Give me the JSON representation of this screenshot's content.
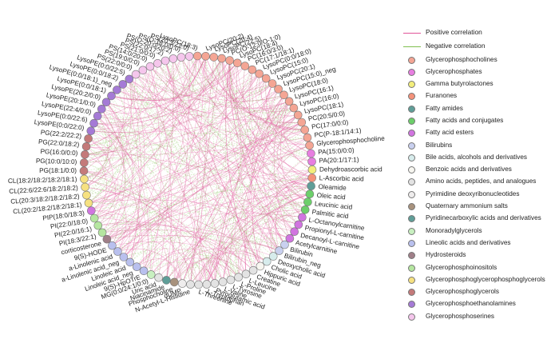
{
  "legend": {
    "lines": [
      {
        "label": "Positive correlation",
        "color": "#e0559a"
      },
      {
        "label": "Negative correlation",
        "color": "#7fbf4f"
      }
    ],
    "classes": [
      {
        "label": "Glycerophosphocholines",
        "color": "#f4a594"
      },
      {
        "label": "Glycerophosphates",
        "color": "#e77ee0"
      },
      {
        "label": "Gamma butyrolactones",
        "color": "#f3ee7c"
      },
      {
        "label": "Furanones",
        "color": "#f4927a"
      },
      {
        "label": "Fatty amides",
        "color": "#5f9e98"
      },
      {
        "label": "Fatty acids and conjugates",
        "color": "#6ccf6a"
      },
      {
        "label": "Fatty acid esters",
        "color": "#d174e0"
      },
      {
        "label": "Bilirubins",
        "color": "#c9d0ef"
      },
      {
        "label": "Bile acids, alcohols and derivatives",
        "color": "#d7ecec"
      },
      {
        "label": "Benzoic acids and derivatives",
        "color": "#f7f6f0"
      },
      {
        "label": "Amino acids, peptides, and analogues",
        "color": "#e3e3e3"
      },
      {
        "label": "Pyrimidine deoxyribonucleotides",
        "color": "#efeded"
      },
      {
        "label": "Quaternary ammonium salts",
        "color": "#a8927d"
      },
      {
        "label": "Pyridinecarboxylic acids and derivatives",
        "color": "#5f9e98"
      },
      {
        "label": "Monoradylglycerols",
        "color": "#c8f0c0"
      },
      {
        "label": "Lineolic acids and derivatives",
        "color": "#b9c0ee"
      },
      {
        "label": "Hydrosteroids",
        "color": "#a07f88"
      },
      {
        "label": "Glycerophosphoinositols",
        "color": "#b5e6a0"
      },
      {
        "label": "Glycerophosphoglycerophosphoglycerols",
        "color": "#f6e181"
      },
      {
        "label": "Glycerophosphoglycerols",
        "color": "#c47a7a"
      },
      {
        "label": "Glycerophosphoethanolamines",
        "color": "#a57ad6"
      },
      {
        "label": "Glycerophosphoserines",
        "color": "#f5c6ec"
      }
    ]
  },
  "network": {
    "nodes": [
      {
        "label": "LysoPC(22:5)",
        "color": "#f4a594"
      },
      {
        "label": "PC(O-12:0/O-1:0)",
        "color": "#f4a594"
      },
      {
        "label": "LysoPC(18:4)",
        "color": "#f4a594"
      },
      {
        "label": "PC(16:0/3:0)",
        "color": "#f4a594"
      },
      {
        "label": "PC(17:1/18:1)",
        "color": "#f4a594"
      },
      {
        "label": "LysoPC(0:0/18:0)",
        "color": "#f4a594"
      },
      {
        "label": "LysoPC(15:0)",
        "color": "#f4a594"
      },
      {
        "label": "LysoPC(20:1)",
        "color": "#f4a594"
      },
      {
        "label": "LysoPC(15:0)_neg",
        "color": "#f4a594"
      },
      {
        "label": "LysoPC(18:0)",
        "color": "#f4a594"
      },
      {
        "label": "LysoPC(16:1)",
        "color": "#f4a594"
      },
      {
        "label": "LysoPC(16:0)",
        "color": "#f4a594"
      },
      {
        "label": "LysoPC(18:1)",
        "color": "#f4a594"
      },
      {
        "label": "PC(20:5/0:0)",
        "color": "#f4a594"
      },
      {
        "label": "PC(17:0/0:0)",
        "color": "#f4a594"
      },
      {
        "label": "PC(P-18:1/14:1)",
        "color": "#f4a594"
      },
      {
        "label": "Glycerophosphocholine",
        "color": "#f4a594"
      },
      {
        "label": "PA(15:0/0:0)",
        "color": "#e77ee0"
      },
      {
        "label": "PA(20:1/17:1)",
        "color": "#e77ee0"
      },
      {
        "label": "Dehydroascorbic acid",
        "color": "#f3ee7c"
      },
      {
        "label": "L-Ascorbic acid",
        "color": "#f4927a"
      },
      {
        "label": "Oleamide",
        "color": "#5f9e98"
      },
      {
        "label": "Oleic acid",
        "color": "#6ccf6a"
      },
      {
        "label": "Leucinic acid",
        "color": "#6ccf6a"
      },
      {
        "label": "Palmitic acid",
        "color": "#6ccf6a"
      },
      {
        "label": "L-Octanoylcarnitine",
        "color": "#d174e0"
      },
      {
        "label": "Propionyl-L-carnitine",
        "color": "#d174e0"
      },
      {
        "label": "Decanoyl-L-carnitine",
        "color": "#d174e0"
      },
      {
        "label": "Acetylcarnitine",
        "color": "#d174e0"
      },
      {
        "label": "Bilirubin",
        "color": "#c9d0ef"
      },
      {
        "label": "Bilirubin_neg",
        "color": "#c9d0ef"
      },
      {
        "label": "Deoxycholic acid",
        "color": "#d7ecec"
      },
      {
        "label": "Cholic acid",
        "color": "#d7ecec"
      },
      {
        "label": "Hippuric acid",
        "color": "#f7f6f0"
      },
      {
        "label": "Creatine",
        "color": "#e3e3e3"
      },
      {
        "label": "L-Leucine",
        "color": "#e3e3e3"
      },
      {
        "label": "L-Proline",
        "color": "#e3e3e3"
      },
      {
        "label": "L-Tyrosine",
        "color": "#e3e3e3"
      },
      {
        "label": "L-Valine",
        "color": "#e3e3e3"
      },
      {
        "label": "Pyroglutamic acid",
        "color": "#e3e3e3"
      },
      {
        "label": "L-Tryptophan",
        "color": "#e3e3e3"
      },
      {
        "label": "L-Threonine",
        "color": "#e3e3e3"
      },
      {
        "label": "N-Acetyl-L-Histidine",
        "color": "#e3e3e3"
      },
      {
        "label": "dUMP",
        "color": "#efeded"
      },
      {
        "label": "Phosphocholine",
        "color": "#a8927d"
      },
      {
        "label": "Niacinamide",
        "color": "#5f9e98"
      },
      {
        "label": "Uric acid",
        "color": "#e3e3e3"
      },
      {
        "label": "MG(0:0/24:1/0:0)",
        "color": "#c8f0c0"
      },
      {
        "label": "9(S)-HpOTrE",
        "color": "#b9c0ee"
      },
      {
        "label": "Linoleic acid_neg",
        "color": "#b9c0ee"
      },
      {
        "label": "Linoleic acid",
        "color": "#b9c0ee"
      },
      {
        "label": "a-Linolenic acid_neg",
        "color": "#b9c0ee"
      },
      {
        "label": "a-Linolenic acid",
        "color": "#b9c0ee"
      },
      {
        "label": "9(S)-HODE",
        "color": "#b9c0ee"
      },
      {
        "label": "corticosterone",
        "color": "#a07f88"
      },
      {
        "label": "PI(18:3/22:1)",
        "color": "#b5e6a0"
      },
      {
        "label": "PI(22:0/16:1)",
        "color": "#b5e6a0"
      },
      {
        "label": "PI(22:0/18:0)",
        "color": "#b5e6a0"
      },
      {
        "label": "PIP(18:0/18:3)",
        "color": "#d174e0"
      },
      {
        "label": "CL(20:2/18:2/18:2/18:1)",
        "color": "#f6e181"
      },
      {
        "label": "CL(20:3/18:2/18:2/18:2)",
        "color": "#f6e181"
      },
      {
        "label": "CL(22:6/22:6/18:2/18:2)",
        "color": "#f6e181"
      },
      {
        "label": "CL(18:2/18:2/18:2/18:1)",
        "color": "#f6e181"
      },
      {
        "label": "PG(18:1/0:0)",
        "color": "#c47a7a"
      },
      {
        "label": "PG(10:0/10:0)",
        "color": "#c47a7a"
      },
      {
        "label": "PG(16:0/0:0)",
        "color": "#c47a7a"
      },
      {
        "label": "PG(22:0/18:2)",
        "color": "#c47a7a"
      },
      {
        "label": "PG(22:2/22:2)",
        "color": "#c47a7a"
      },
      {
        "label": "LysoPE(0:0/22:0)",
        "color": "#a57ad6"
      },
      {
        "label": "LysoPE(0:0/22:6)",
        "color": "#a57ad6"
      },
      {
        "label": "LysoPE(22:4/0:0)",
        "color": "#a57ad6"
      },
      {
        "label": "LysoPE(20:1/0:0)",
        "color": "#a57ad6"
      },
      {
        "label": "LysoPE(20:2/0:0)",
        "color": "#a57ad6"
      },
      {
        "label": "LysoPE(0:0/18:1)",
        "color": "#a57ad6"
      },
      {
        "label": "LysoPE(0:0/18:1)_neg",
        "color": "#a57ad6"
      },
      {
        "label": "LysoPE(0:0/18:2)",
        "color": "#a57ad6"
      },
      {
        "label": "LysoPE(0:0/22:5)",
        "color": "#a57ad6"
      },
      {
        "label": "PS(22:0/0:0)",
        "color": "#f5c6ec"
      },
      {
        "label": "PS(19:0/0:0)",
        "color": "#f5c6ec"
      },
      {
        "label": "PS(14:0/20:0)",
        "color": "#f5c6ec"
      },
      {
        "label": "PS(21:0/0:0)",
        "color": "#f5c6ec"
      },
      {
        "label": "PS(22:0/17:2)",
        "color": "#f5c6ec"
      },
      {
        "label": "PS(O-20:0/20:2)",
        "color": "#f5c6ec"
      },
      {
        "label": "PS(O-18:0/0:0)",
        "color": "#f5c6ec"
      },
      {
        "label": "PS(20:3/21:0)",
        "color": "#f5c6ec"
      },
      {
        "label": "LysoPC(18:3)",
        "color": "#f4a594"
      },
      {
        "label": "LysoPC(20:2)",
        "color": "#f4a594"
      },
      {
        "label": "LysoPC(20:4)",
        "color": "#f4a594"
      }
    ]
  }
}
